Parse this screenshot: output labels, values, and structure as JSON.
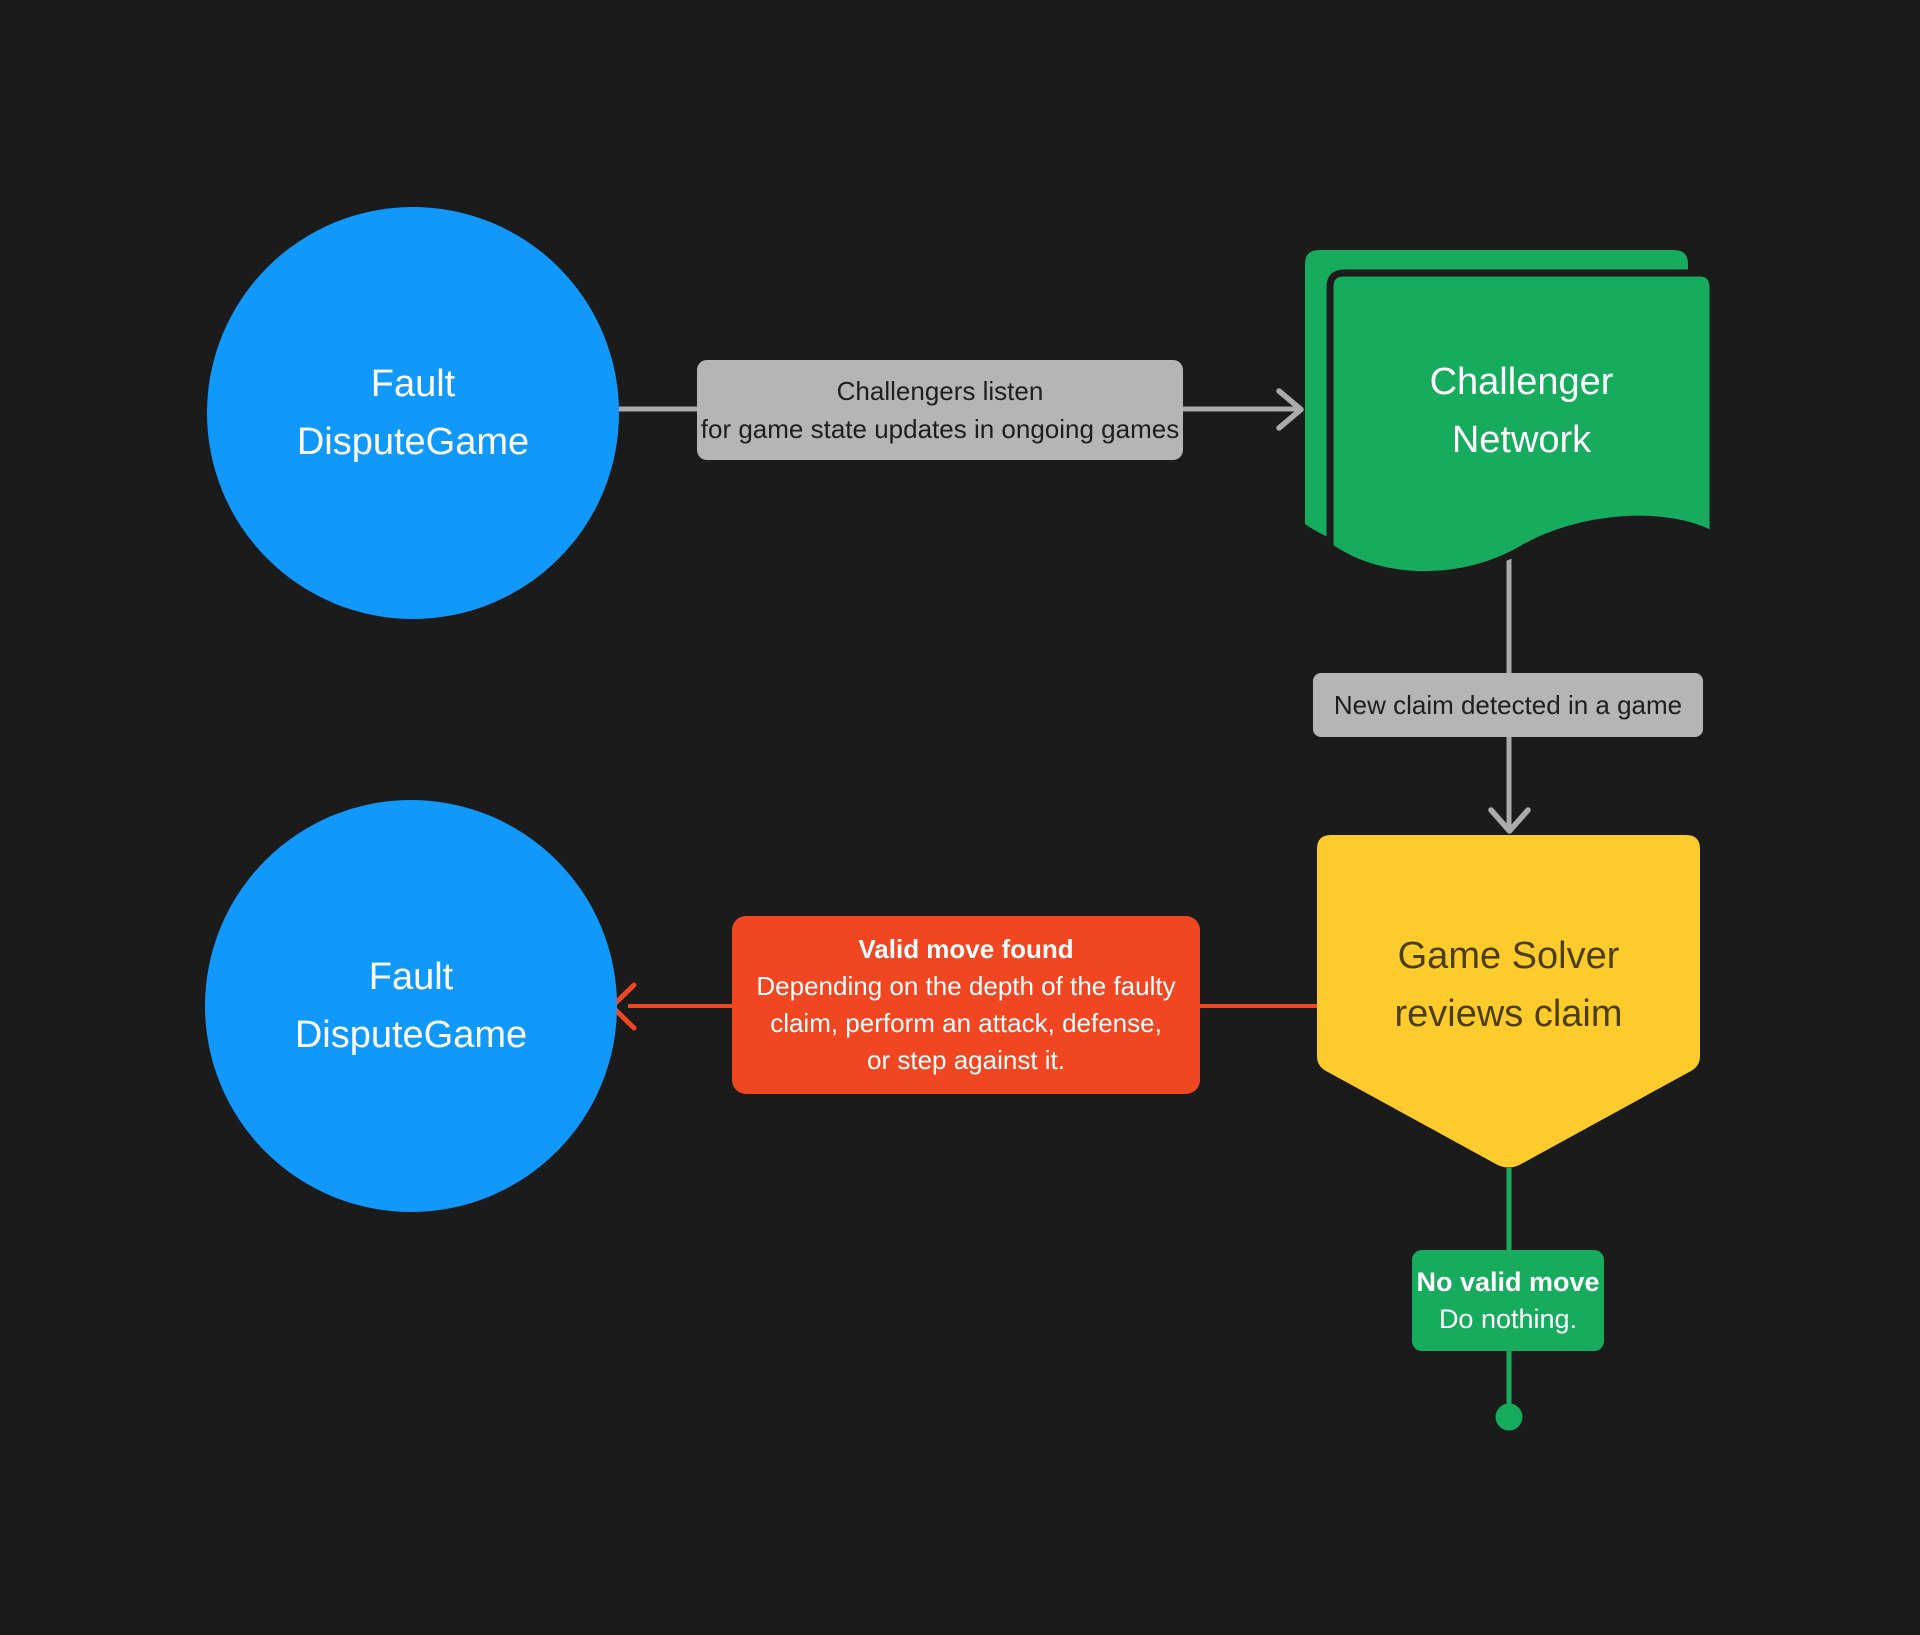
{
  "colors": {
    "background": "#1B1B1B",
    "blue": "#1099FA",
    "green": "#17AB5D",
    "yellow": "#FDCB2B",
    "red": "#F04722",
    "gray-fill": "#B5B5B5",
    "gray-line": "#ABABAB",
    "label-text": "#1E1E1E",
    "yellow-text": "#4B3E06"
  },
  "nodes": {
    "fault_top": {
      "line1": "Fault",
      "line2": "DisputeGame"
    },
    "challenger": {
      "line1": "Challenger",
      "line2": "Network"
    },
    "game_solver": {
      "line1": "Game Solver",
      "line2": "reviews claim"
    },
    "fault_bottom": {
      "line1": "Fault",
      "line2": "DisputeGame"
    }
  },
  "labels": {
    "listen": {
      "line1": "Challengers listen",
      "line2": "for game state updates in ongoing games"
    },
    "new_claim": "New claim detected in a game"
  },
  "callouts": {
    "valid_move": {
      "title": "Valid move found",
      "lines": [
        "Depending on the depth of the faulty",
        "claim, perform an attack, defense,",
        "or step against it."
      ]
    },
    "no_valid_move": {
      "title": "No valid move",
      "body": "Do nothing."
    }
  }
}
